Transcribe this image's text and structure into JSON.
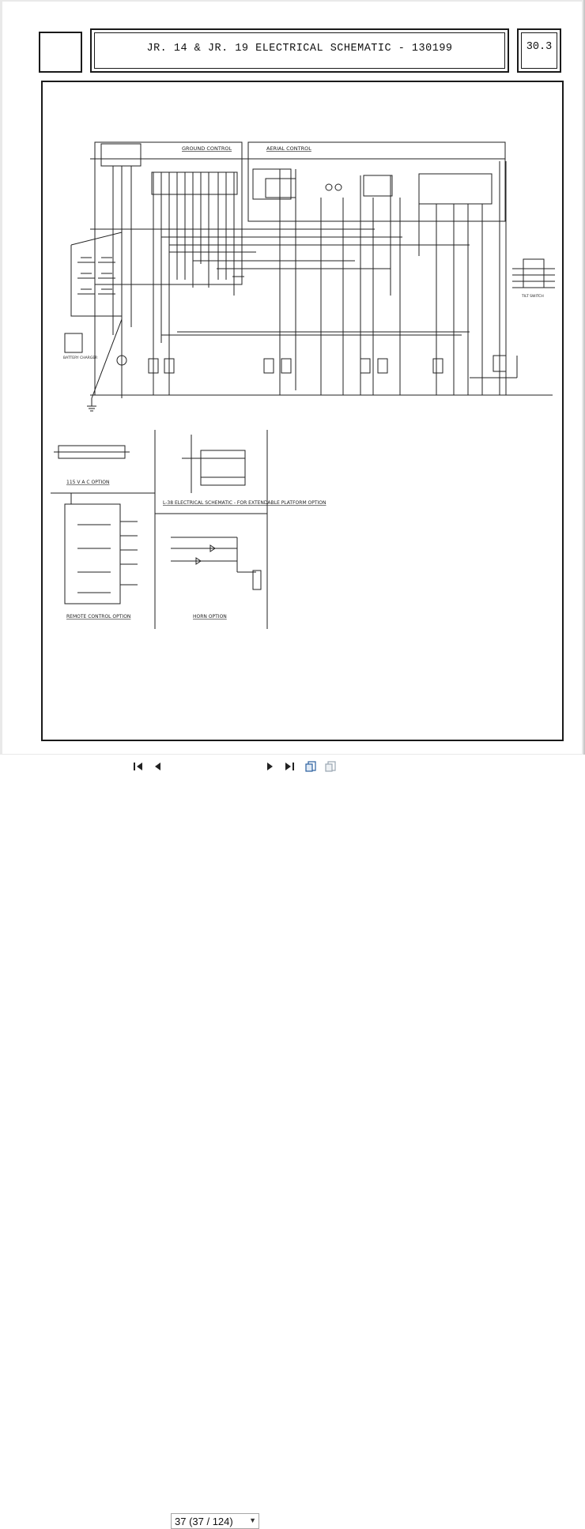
{
  "document": {
    "title": "JR. 14 & JR. 19 ELECTRICAL SCHEMATIC - 130199",
    "page_number": "30.3",
    "sections": {
      "ground_control": "GROUND CONTROL",
      "aerial_control": "AERIAL CONTROL",
      "option_115vac": "115 V A C OPTION",
      "extendable": "L-38 ELECTRICAL SCHEMATIC - FOR EXTENDABLE PLATFORM OPTION",
      "remote": "REMOTE CONTROL OPTION",
      "horn": "HORN OPTION",
      "tilt_switch": "TILT SWITCH",
      "battery_charger": "BATTERY CHARGER"
    }
  },
  "toolbar": {
    "page_field": "37 (37 / 124)",
    "first_icon": "first-page-icon",
    "prev_icon": "previous-page-icon",
    "next_icon": "next-page-icon",
    "last_icon": "last-page-icon",
    "fit_icon": "fit-page-icon",
    "single_icon": "single-page-icon"
  }
}
